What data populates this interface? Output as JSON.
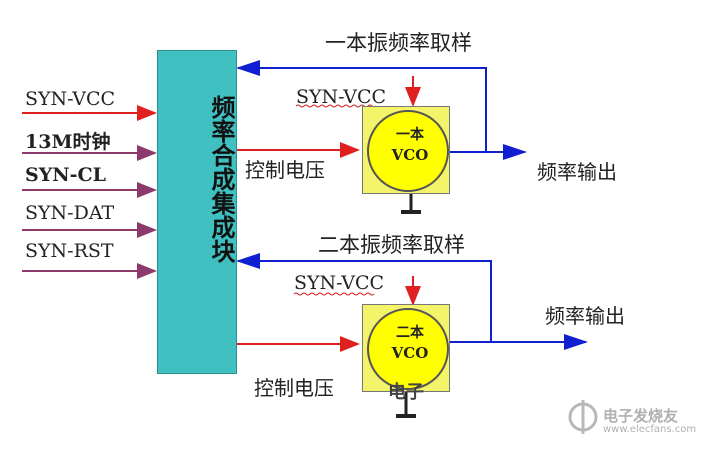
{
  "inputs": [
    "SYN-VCC",
    "13M时钟",
    "SYN-CL",
    "SYN-DAT",
    "SYN-RST"
  ],
  "block_label": "频率合成集成块",
  "vco1": {
    "label_top": "一本",
    "label_bot": "VCO",
    "sample_label": "一本振频率取样",
    "supply_label": "SYN-VCC",
    "control_label": "控制电压",
    "output_label": "频率输出"
  },
  "vco2": {
    "label_top": "二本",
    "label_bot": "VCO",
    "sample_label": "二本振频率取样",
    "supply_label": "SYN-VCC",
    "control_label": "控制电压",
    "output_label": "频率输出"
  },
  "overlap_text": "电子",
  "watermark": {
    "text": "电子发烧友",
    "sub": "www.elecfans.com"
  },
  "colors": {
    "red": "#e02020",
    "blue": "#1020d0",
    "purple": "#8b3a6b",
    "block": "#40c0c0"
  }
}
